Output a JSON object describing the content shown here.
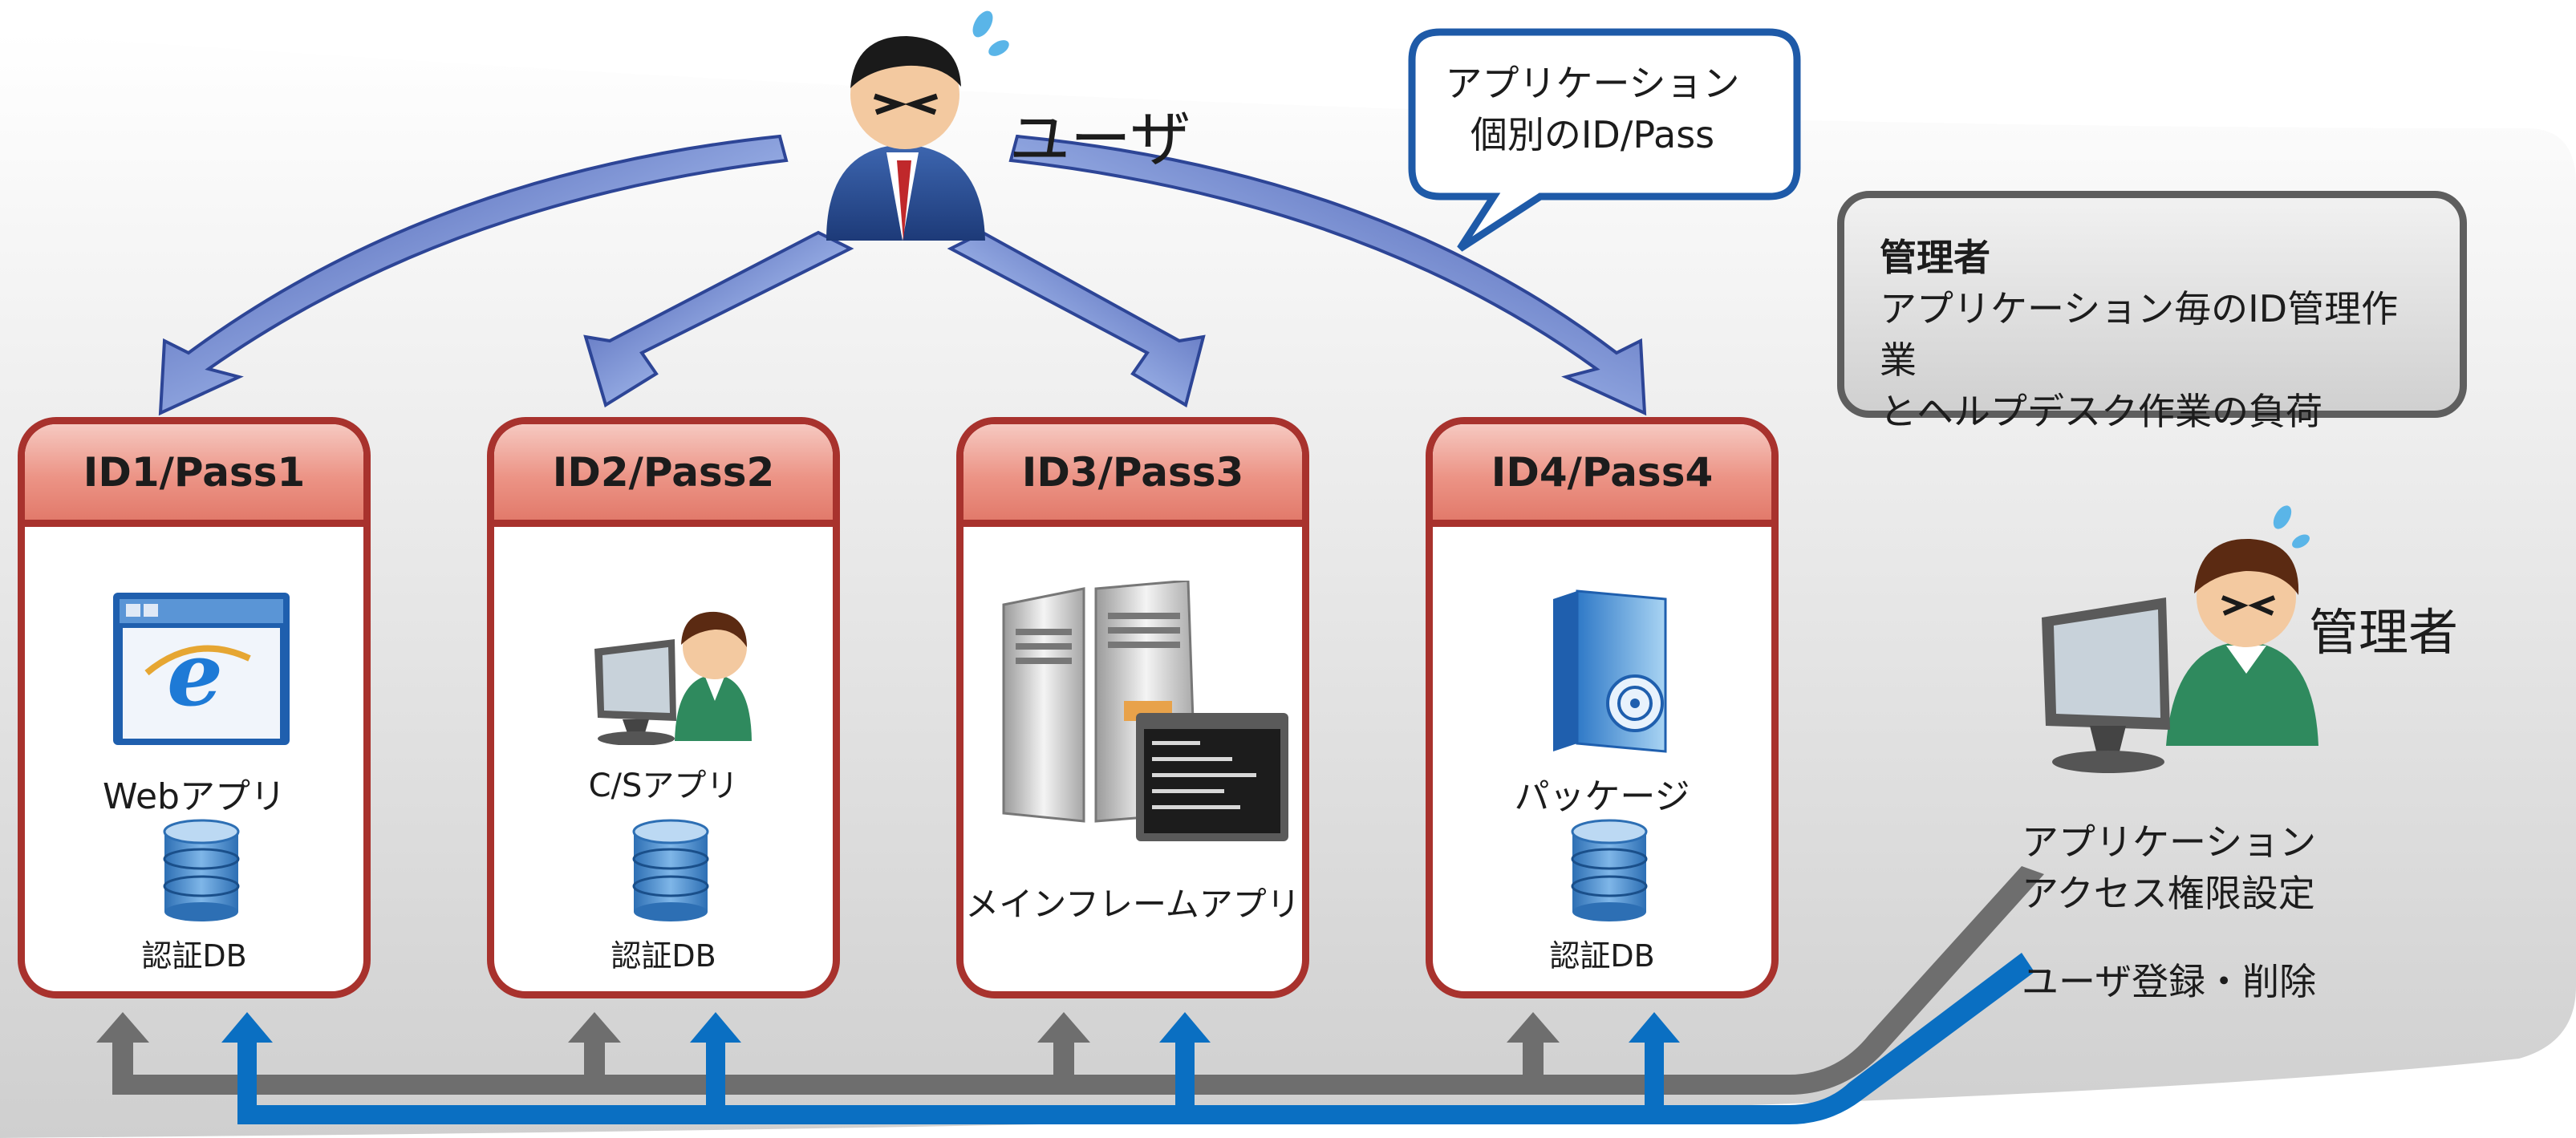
{
  "user": {
    "label": "ユーザ"
  },
  "speech_bubble": {
    "line1": "アプリケーション",
    "line2": "個別のID/Pass"
  },
  "admin_note": {
    "title": "管理者",
    "line1": "アプリケーション毎のID管理作業",
    "line2": "とヘルプデスク作業の負荷"
  },
  "apps": [
    {
      "header": "ID1/Pass1",
      "label": "Webアプリ",
      "db": "認証DB",
      "icon": "web-browser-icon"
    },
    {
      "header": "ID2/Pass2",
      "label": "C/Sアプリ",
      "db": "認証DB",
      "icon": "client-server-icon"
    },
    {
      "header": "ID3/Pass3",
      "label": "メインフレームアプリ",
      "db": "",
      "icon": "mainframe-server-icon"
    },
    {
      "header": "ID4/Pass4",
      "label": "パッケージ",
      "db": "認証DB",
      "icon": "software-package-icon"
    }
  ],
  "admin": {
    "label": "管理者"
  },
  "legend": {
    "access_line1": "アプリケーション",
    "access_line2": "アクセス権限設定",
    "register": "ユーザ登録・削除"
  },
  "colors": {
    "card_border": "#a8322d",
    "card_header": "#ec9486",
    "access_line": "#6e6e6e",
    "register_line": "#0a6fc2",
    "bubble_border": "#1e5aa8"
  }
}
